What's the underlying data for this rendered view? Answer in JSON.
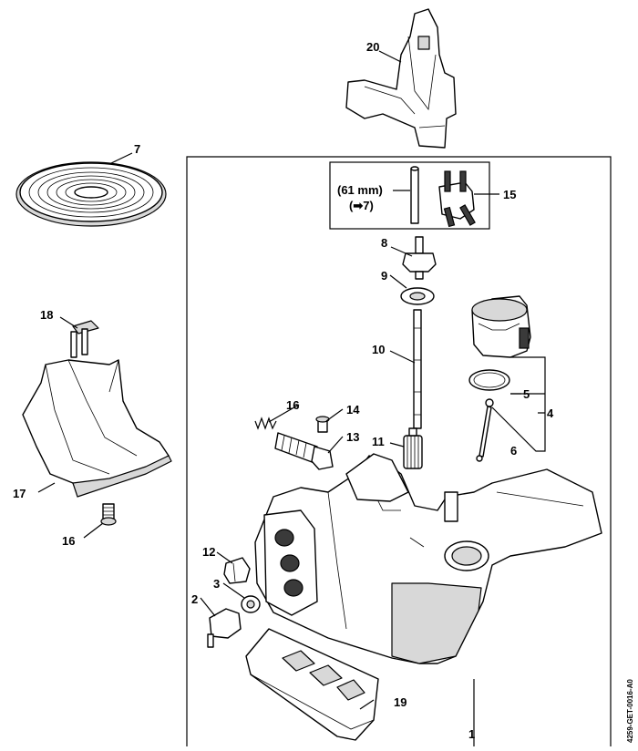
{
  "callouts": {
    "p1": "1",
    "p2": "2",
    "p3": "3",
    "p4": "4",
    "p5": "5",
    "p6": "6",
    "p7": "7",
    "p8": "8",
    "p9": "9",
    "p10": "10",
    "p11": "11",
    "p12": "12",
    "p13": "13",
    "p14": "14",
    "p15": "15",
    "p16a": "16",
    "p16b": "16",
    "p17": "17",
    "p18": "18",
    "p19": "19",
    "p20": "20"
  },
  "hose_length": "(61 mm)",
  "hose_ref": "(➡7)",
  "drawing_code": "4259-GET-0016-A0"
}
